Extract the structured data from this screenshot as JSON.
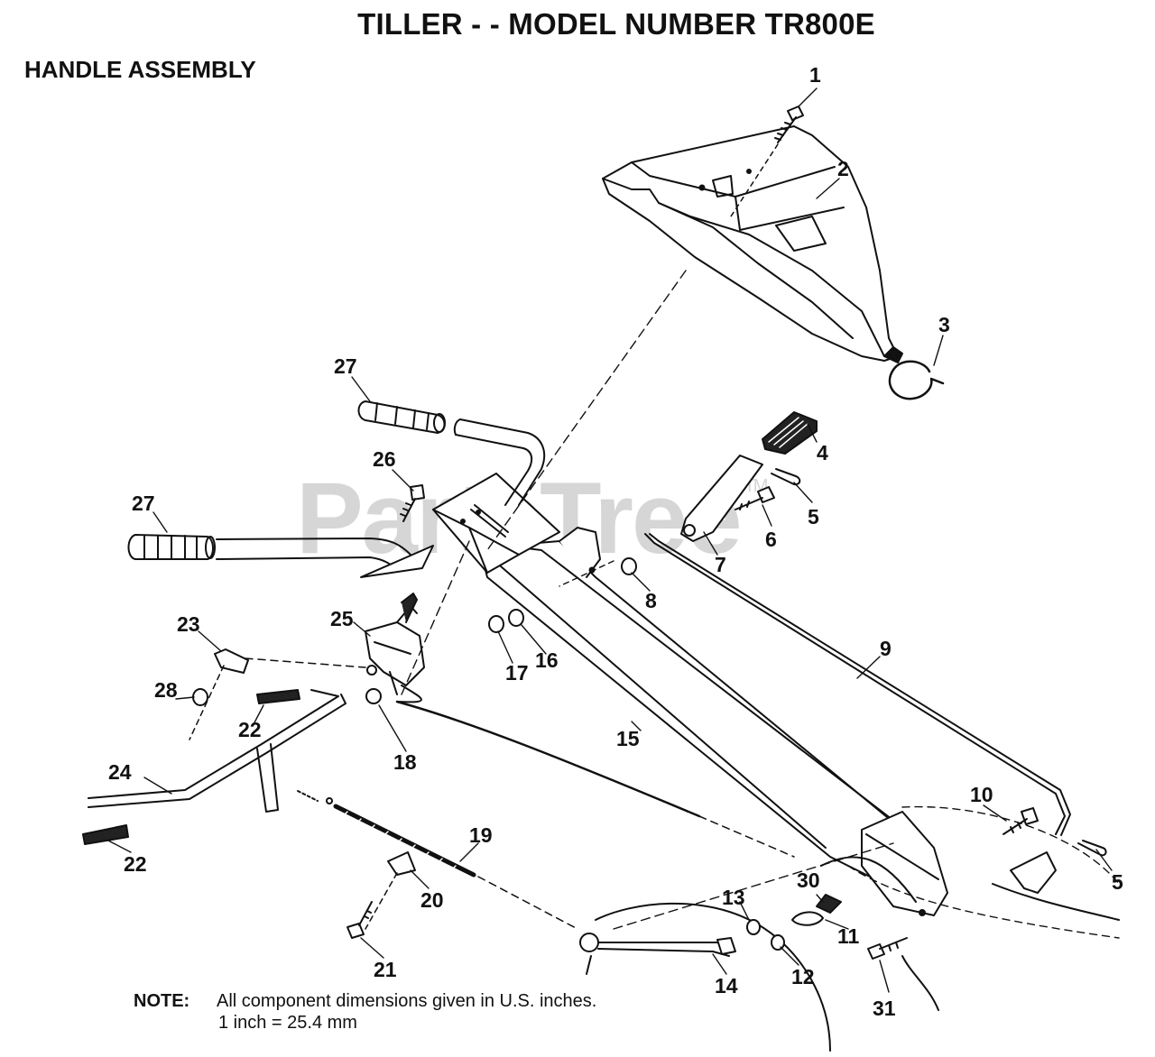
{
  "title": "TILLER - - MODEL NUMBER TR800E",
  "subtitle": "HANDLE ASSEMBLY",
  "watermark": {
    "text": "PartsTree",
    "tm": "TM"
  },
  "note": {
    "label": "NOTE:",
    "line1": "All component dimensions given in U.S. inches.",
    "line2": "1 inch = 25.4 mm"
  },
  "part_labels": {
    "p1": "1",
    "p2": "2",
    "p3": "3",
    "p4": "4",
    "p5a": "5",
    "p5b": "5",
    "p6": "6",
    "p7": "7",
    "p8": "8",
    "p9": "9",
    "p10": "10",
    "p11": "11",
    "p12": "12",
    "p13": "13",
    "p14": "14",
    "p15": "15",
    "p16": "16",
    "p17": "17",
    "p18": "18",
    "p19": "19",
    "p20": "20",
    "p21": "21",
    "p22a": "22",
    "p22b": "22",
    "p23": "23",
    "p24": "24",
    "p25": "25",
    "p26": "26",
    "p27a": "27",
    "p27b": "27",
    "p28": "28",
    "p30": "30",
    "p31": "31"
  }
}
